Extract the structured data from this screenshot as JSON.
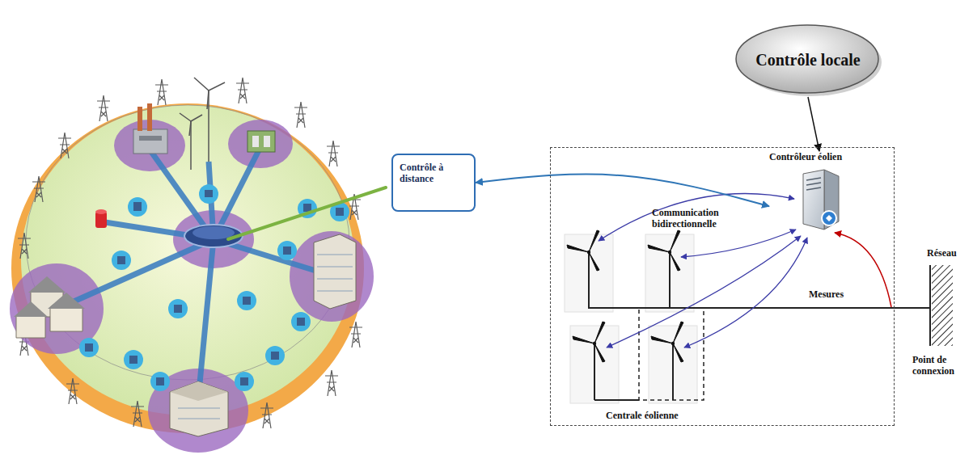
{
  "diagram": {
    "nodes": [
      {
        "text": [
          "Contrôle locale"
        ]
      },
      {
        "text": [
          "Contrôle à distance"
        ]
      },
      {
        "text": [
          "Centrale éolienne"
        ]
      },
      {
        "text": [
          "Contrôleur éolien"
        ],
        "in": 2
      }
    ],
    "edges": [
      {
        "from": 0,
        "to": 3,
        "arrow": "to"
      },
      {
        "from": 1,
        "to": 3,
        "arrow": "both"
      }
    ],
    "labels": [
      "Communication bidirectionnelle",
      "Mesures",
      "Réseau",
      "Point de connexion"
    ]
  }
}
